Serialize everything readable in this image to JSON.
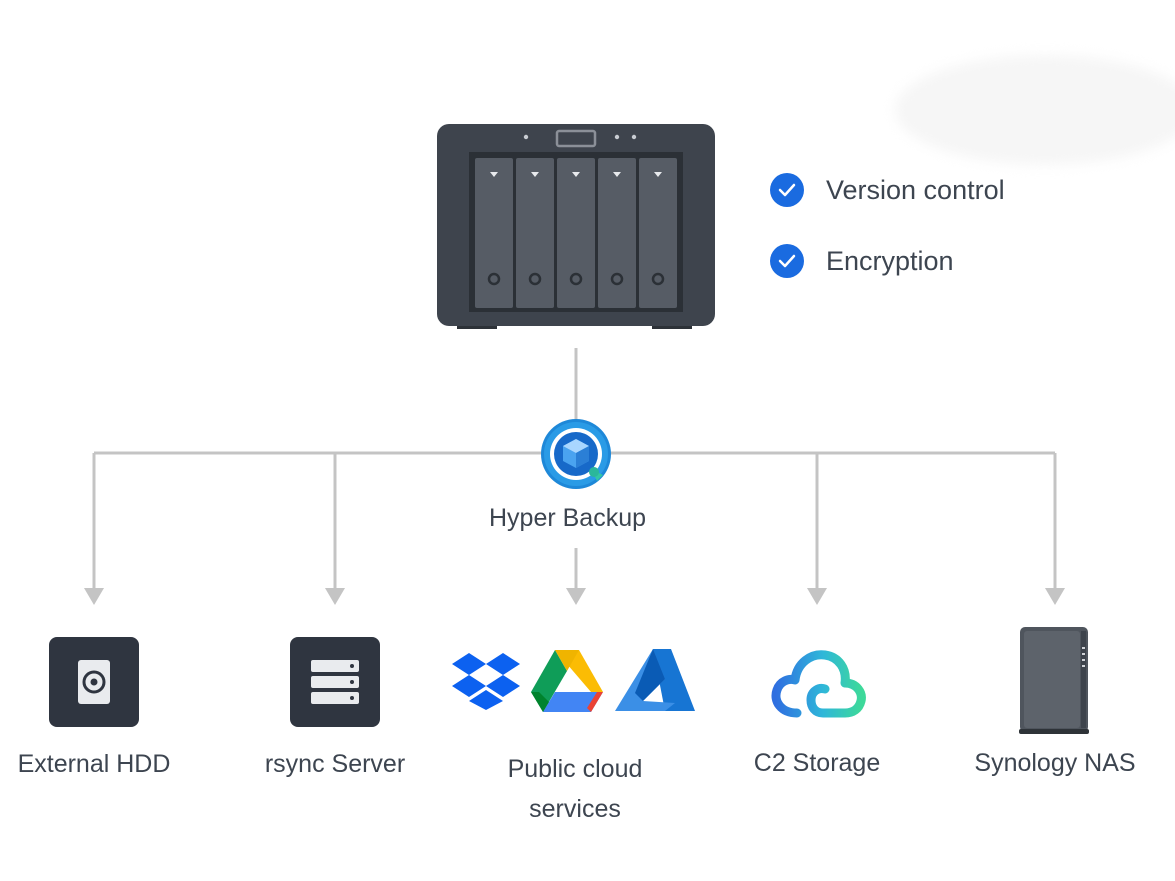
{
  "source": {
    "device_icon": "nas-5-bay-icon"
  },
  "features": [
    {
      "label": "Version control",
      "icon": "checkmark-circle-icon"
    },
    {
      "label": "Encryption",
      "icon": "checkmark-circle-icon"
    }
  ],
  "hub": {
    "label": "Hyper Backup",
    "icon": "hyper-backup-icon"
  },
  "destinations": [
    {
      "label": "External HDD",
      "icon": "hard-drive-icon"
    },
    {
      "label": "rsync Server",
      "icon": "server-icon"
    },
    {
      "label_line1": "Public cloud",
      "label_line2": "services",
      "icons": [
        "dropbox-icon",
        "google-drive-icon",
        "azure-icon"
      ]
    },
    {
      "label": "C2 Storage",
      "icon": "c2-cloud-icon"
    },
    {
      "label": "Synology NAS",
      "icon": "nas-1-bay-icon"
    }
  ],
  "colors": {
    "accent": "#1a6be0",
    "connector": "#c4c4c4",
    "device": "#3e444d"
  }
}
